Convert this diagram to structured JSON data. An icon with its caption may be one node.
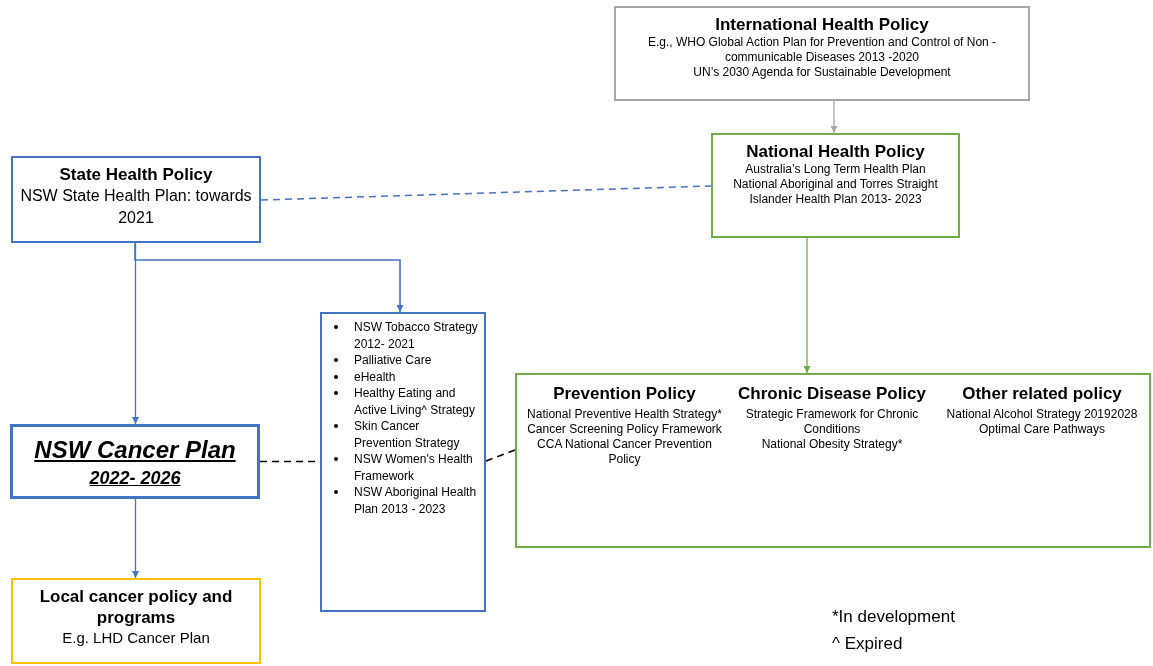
{
  "diagram": {
    "nodes": [
      {
        "text": [
          "International Health Policy",
          "E.g., WHO Global Action Plan for Prevention and Control of Non - communicable Diseases 2013 -2020",
          "UN’s 2030 Agenda for Sustainable Development"
        ]
      },
      {
        "text": [
          "National Health Policy",
          "Australia’s Long Term Health Plan",
          "National Aboriginal and Torres Straight Islander Health Plan 2013- 2023"
        ]
      },
      {
        "text": [
          "State Health Policy",
          "NSW State Health Plan: towards 2021"
        ]
      },
      {
        "text": [
          "NSW Tobacco Strategy 2012- 2021",
          "Palliative Care",
          "eHealth",
          "Healthy Eating and Active Living^ Strategy",
          "Skin Cancer Prevention Strategy",
          "NSW Women's Health Framework",
          "NSW Aboriginal Health Plan 2013 - 2023"
        ]
      },
      {
        "text": [
          "NSW Cancer Plan",
          "2022- 2026"
        ]
      },
      {
        "text": [
          "Prevention Policy",
          "National Preventive Health Strategy*",
          "Cancer Screening Policy Framework",
          "CCA National Cancer Prevention Policy",
          "Chronic Disease Policy",
          "Strategic Framework for Chronic Conditions",
          "National Obesity Strategy*",
          "Other related policy",
          "National Alcohol Strategy 20192028",
          "Optimal Care Pathways"
        ]
      },
      {
        "text": [
          "Local cancer policy and programs",
          "E.g. LHD Cancer Plan"
        ]
      }
    ],
    "edges": [
      {
        "from": 0,
        "to": 1,
        "arrow": "to",
        "color": "#a6a6a6"
      },
      {
        "from": 2,
        "to": 1,
        "arrow": "none",
        "style": "dashed"
      },
      {
        "from": 2,
        "to": 4,
        "arrow": "to"
      },
      {
        "from": 2,
        "to": 3,
        "arrow": "to"
      },
      {
        "from": 1,
        "to": 5,
        "arrow": "to",
        "color": "#70ad47"
      },
      {
        "from": 4,
        "to": 3,
        "arrow": "none",
        "style": "dashed",
        "color": "#000000"
      },
      {
        "from": 3,
        "to": 5,
        "arrow": "none",
        "style": "dashed",
        "color": "#000000"
      },
      {
        "from": 4,
        "to": 6,
        "arrow": "to"
      }
    ],
    "labels": [
      "*In development",
      "^ Expired"
    ]
  }
}
